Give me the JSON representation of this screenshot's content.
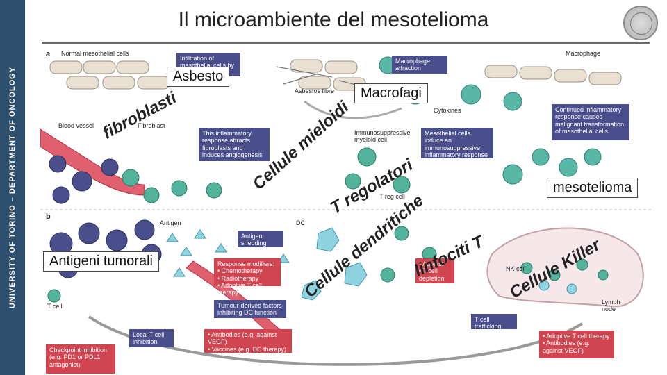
{
  "sidebar": {
    "text": "UNIVERSITY OF TORINO – DEPARTMENT OF ONCOLOGY"
  },
  "title": "Il microambiente del mesotelioma",
  "figure": {
    "panel_a": "a",
    "panel_b": "b",
    "normal_cells": "Normal mesothelial cells",
    "infiltration": "Infiltration of mesothelial cells by asbestos fibres",
    "asbestos_fibre": "Asbestos fibre",
    "macrophage_attraction": "Macrophage attraction",
    "macrophage": "Macrophage",
    "cytokines": "Cytokines",
    "continued": "Continued inflammatory response causes malignant transformation of mesothelial cells",
    "blood_vessel": "Blood vessel",
    "fibro": "Fibroblast",
    "inflammatory": "This inflammatory response attracts fibroblasts and induces angiogenesis",
    "immunosuppressive": "Immunosuppressive myeloid cell",
    "mesothelial_induce": "Mesothelial cells induce an immunosuppressive inflammatory response",
    "treg": "T reg cell",
    "antigen": "Antigen",
    "antigen_shedding": "Antigen shedding",
    "dc": "DC",
    "response_modifiers": "Response modifiers:\n• Chemotherapy\n• Radiotherapy\n• Adoptive T cell therapy",
    "tumour_factors": "Tumour-derived factors inhibiting DC function",
    "t_cell": "T cell",
    "antagonist": "• Agonist\n• T cell depletion",
    "nk_cell": "NK cell",
    "lymph_node": "Lymph node",
    "local_t": "Local T cell inhibition",
    "antibodies": "• Antibodies (e.g. against VEGF)\n• Vaccines (e.g. DC therapy)",
    "t_trafficking": "T cell trafficking",
    "adoptive": "• Adoptive T cell therapy\n• Antibodies (e.g. against VEGF)",
    "checkpoint": "Checkpoint inhibition (e.g. PD1 or PDL1 antagonist)"
  },
  "callouts": {
    "asbesto": "Asbesto",
    "macrofagi": "Macrofagi",
    "mesotelioma": "mesotelioma",
    "antigeni": "Antigeni tumorali"
  },
  "curved_labels": {
    "fibroblasti": "fibroblasti",
    "mieloidi": "Cellule mieloidi",
    "treg": "T regolatori",
    "dendritiche": "Cellule dendritiche",
    "linfociti": "linfociti T",
    "killer": "Cellule Killer"
  }
}
